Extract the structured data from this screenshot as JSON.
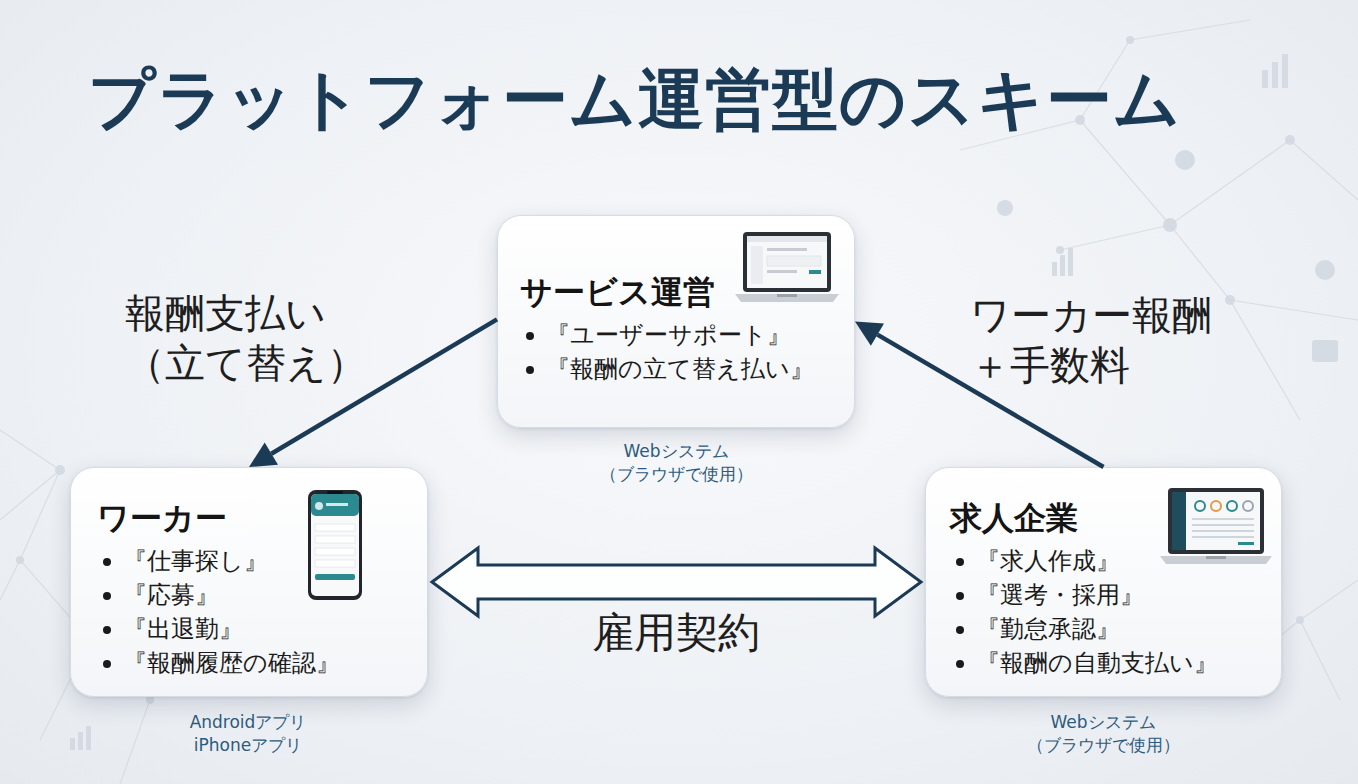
{
  "diagram": {
    "title": "プラットフォーム運営型のスキーム",
    "nodes": [
      {
        "text": [
          "サービス運営",
          "『ユーザーサポート』",
          "『報酬の立て替え払い』"
        ]
      },
      {
        "text": [
          "ワーカー",
          "『仕事探し』",
          "『応募』",
          "『出退勤』",
          "『報酬履歴の確認』"
        ]
      },
      {
        "text": [
          "求人企業",
          "『求人作成』",
          "『選考・採用』",
          "『勤怠承認』",
          "『報酬の自動支払い』"
        ]
      }
    ],
    "edges": [
      {
        "from": 0,
        "to": 1,
        "arrow": "to",
        "label": "報酬支払い （立て替え）"
      },
      {
        "from": 2,
        "to": 0,
        "arrow": "to",
        "label": "ワーカー報酬 ＋手数料"
      },
      {
        "from": 1,
        "to": 2,
        "arrow": "both",
        "label": "雇用契約"
      }
    ],
    "labels": [
      "Webシステム （ブラウザで使用）",
      "Androidアプリ iPhoneアプリ",
      "Webシステム （ブラウザで使用）"
    ]
  }
}
